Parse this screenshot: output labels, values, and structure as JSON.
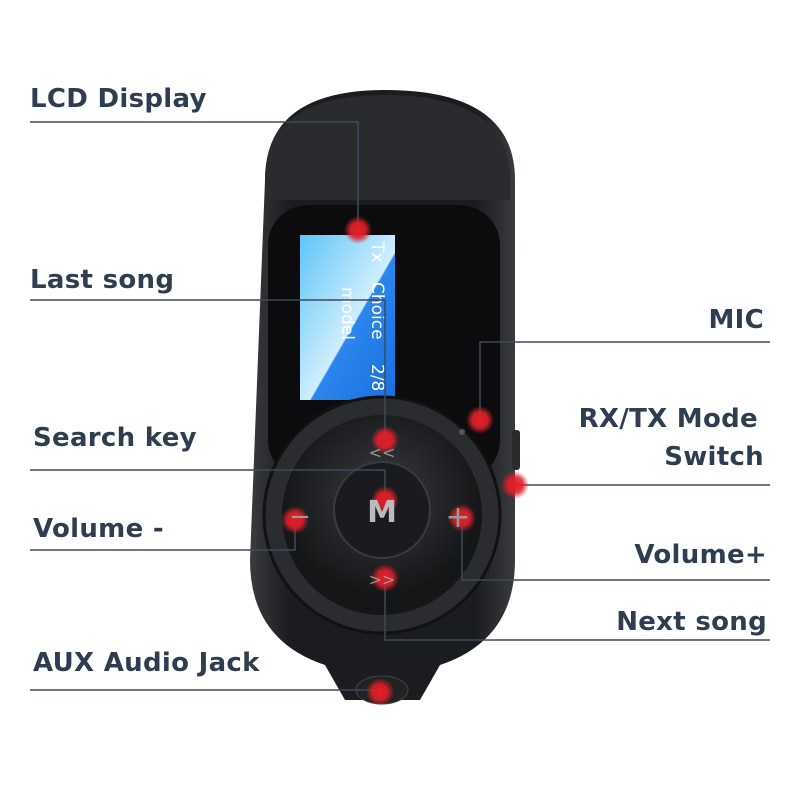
{
  "labels": {
    "lcd_display": "LCD Display",
    "last_song": "Last song",
    "search_key": "Search key",
    "volume_minus": "Volume -",
    "aux_audio_jack": "AUX Audio Jack",
    "mic": "MIC",
    "rx_tx_line1": "RX/TX Mode",
    "rx_tx_line2": "Switch",
    "volume_plus": "Volume+",
    "next_song": "Next song"
  },
  "screen": {
    "line1": "Tx",
    "line2": "Choice",
    "line3": "model",
    "counter": "2/8"
  },
  "buttons": {
    "mode": "M",
    "minus": "−",
    "plus": "+",
    "prev": "<<",
    "next": ">>"
  },
  "colors": {
    "label_text": "#2e3d4f",
    "leader_line": "#3c4a5a",
    "marker": "#e0202a",
    "device_body": "#1c1d20",
    "screen_light": "#7fcff5",
    "screen_dark": "#1a6fe0"
  }
}
